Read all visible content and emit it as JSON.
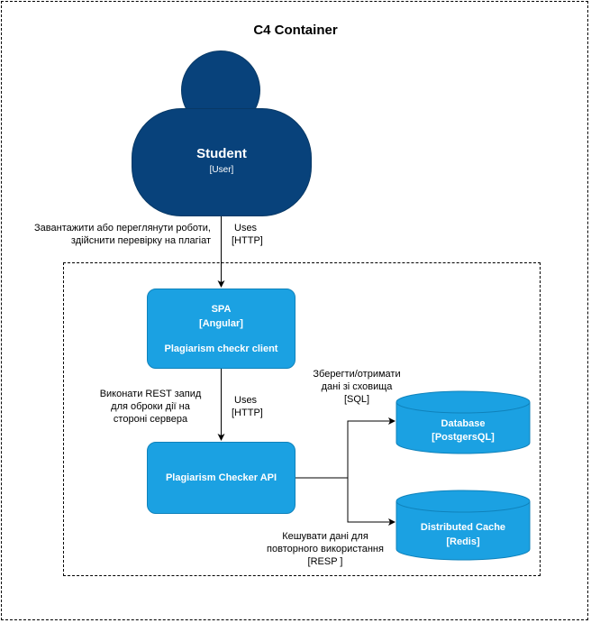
{
  "diagram": {
    "title": "C4 Container",
    "person": {
      "name": "Student",
      "tag": "[User]"
    },
    "spa": {
      "line1": "SPA",
      "line2": "[Angular]",
      "line3": "Plagiarism checkr client"
    },
    "api": {
      "label": "Plagiarism Checker API"
    },
    "database": {
      "name": "Database",
      "tech": "[PostgersQL]"
    },
    "cache": {
      "name": "Distributed Cache",
      "tech": "[Redis]"
    },
    "edges": {
      "student_spa": {
        "desc1": "Завантажити або переглянути роботи,",
        "desc2": "здійснити перевірку на плагіат",
        "uses": "Uses",
        "proto": "[HTTP]"
      },
      "spa_api": {
        "desc1": "Виконати REST запид",
        "desc2": "для оброки дії на",
        "desc3": "стороні сервера",
        "uses": "Uses",
        "proto": "[HTTP]"
      },
      "api_db": {
        "desc1": "Зберегти/отримати",
        "desc2": "дані зі сховища",
        "proto": "[SQL]"
      },
      "api_cache": {
        "desc1": "Кешувати дані для",
        "desc2": "повторного використання",
        "proto": "[RESP ]"
      }
    },
    "colors": {
      "person": "#08427b",
      "container": "#1ba1e2",
      "line": "#000000"
    }
  }
}
